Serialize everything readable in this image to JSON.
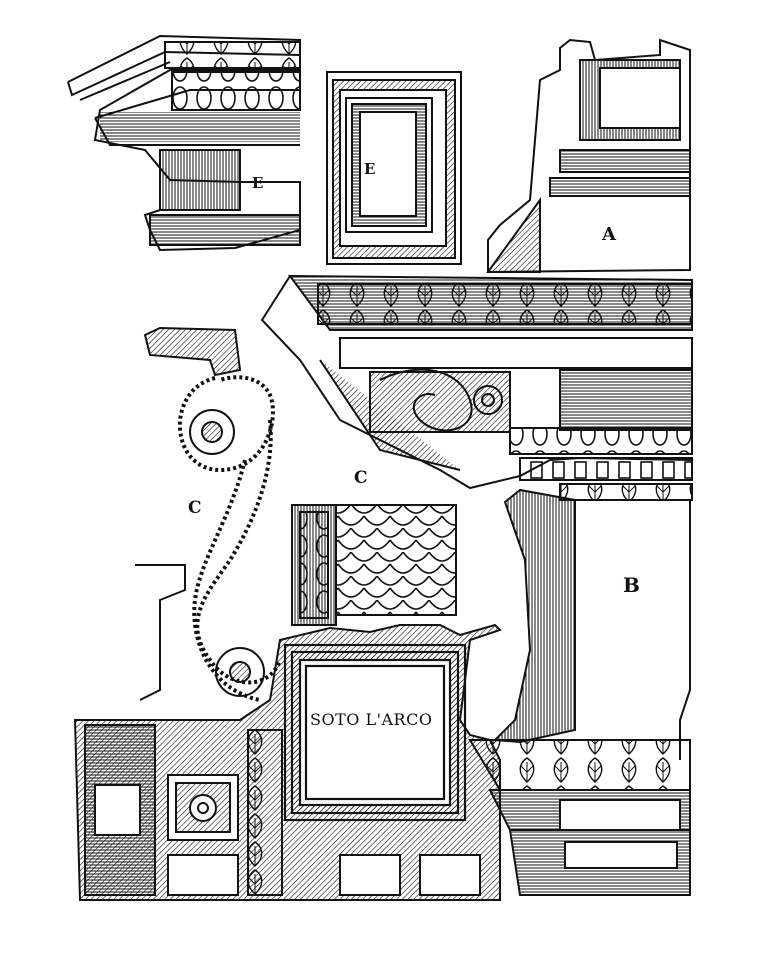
{
  "labels": {
    "cornice_profile_e": "E",
    "panel_e": "E",
    "corner_a": "A",
    "jamb_b": "B",
    "scroll_c": "C",
    "scale_ornament_c": "C",
    "soffit_caption": "SOTO L'ARCO"
  },
  "colors": {
    "ink": "#111111",
    "paper": "#ffffff"
  }
}
